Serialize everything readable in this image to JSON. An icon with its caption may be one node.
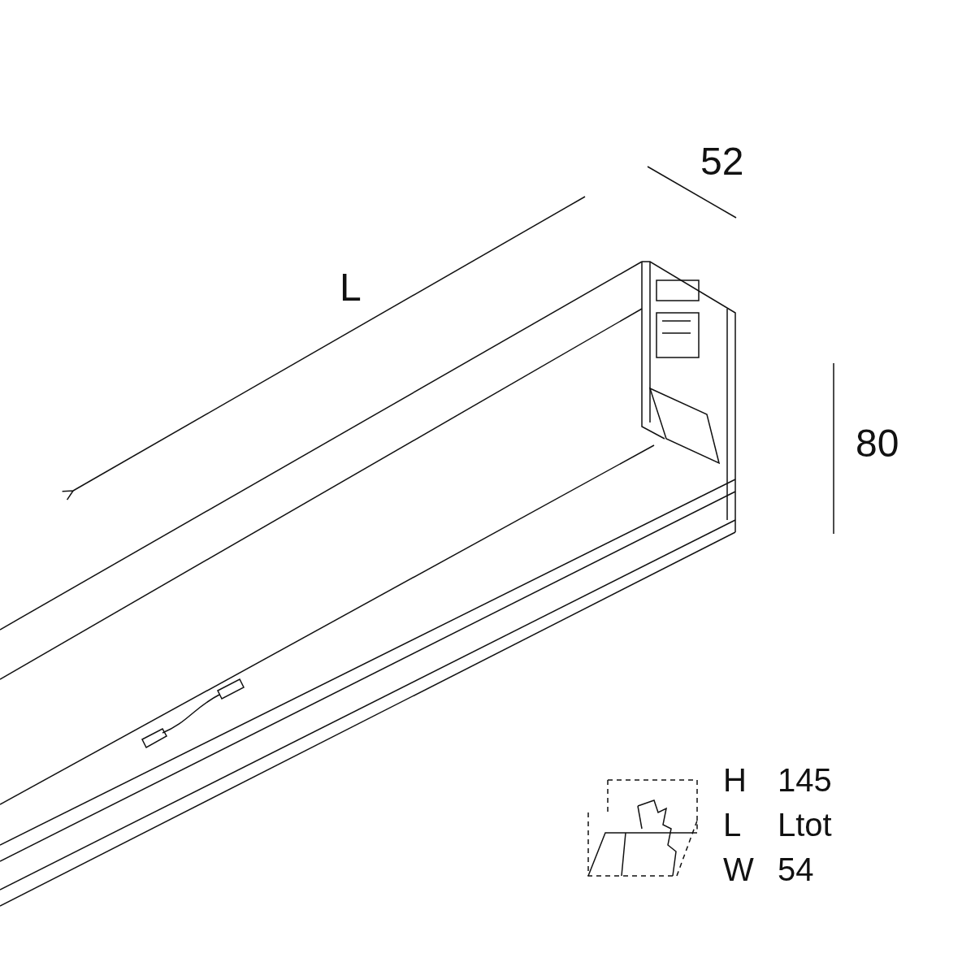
{
  "diagram": {
    "labels": [
      "52",
      "L",
      "80",
      "H",
      "145",
      "L",
      "Ltot",
      "W",
      "54"
    ]
  }
}
